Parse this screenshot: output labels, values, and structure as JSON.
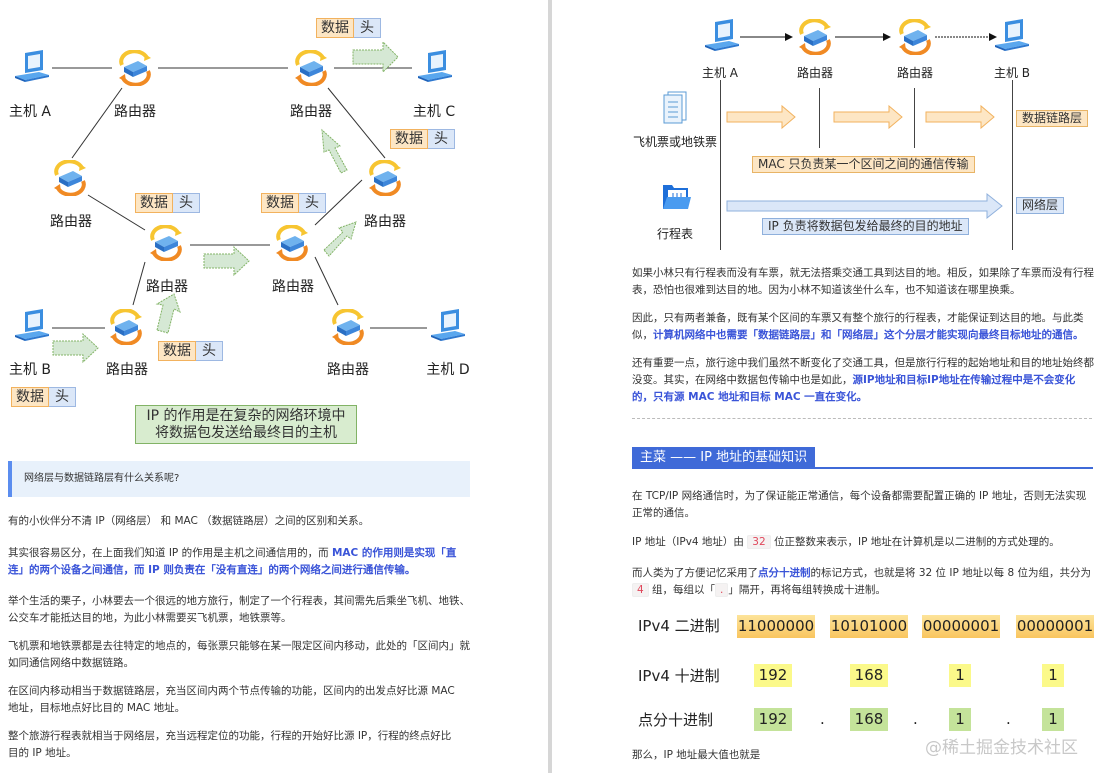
{
  "left_diagram": {
    "hosts": [
      "主机 A",
      "主机 B",
      "主机 C",
      "主机 D"
    ],
    "router_label": "路由器",
    "packet": {
      "data": "数据",
      "header": "头"
    },
    "caption_line1": "IP 的作用是在复杂的网络环境中",
    "caption_line2": "将数据包发送给最终目的主机"
  },
  "right_diagram": {
    "host_a": "主机 A",
    "host_b": "主机 B",
    "router_label": "路由器",
    "ticket_label": "飞机票或地铁票",
    "itinerary_label": "行程表",
    "datalink_layer": "数据链路层",
    "network_layer": "网络层",
    "mac_note": "MAC 只负责某一个区间之间的通信传输",
    "ip_note": "IP 负责将数据包发给最终的目的地址"
  },
  "left_text": {
    "callout": "网络层与数据链路层有什么关系呢?",
    "p1": "有的小伙伴分不清 IP（网络层） 和 MAC （数据链路层）之间的区别和关系。",
    "p2_plain": "其实很容易区分，在上面我们知道 IP 的作用是主机之间通信用的，而 ",
    "p2_bold": "MAC 的作用则是实现「直连」的两个设备之间通信，而 IP 则负责在「没有直连」的两个网络之间进行通信传输。",
    "p3": "举个生活的栗子，小林要去一个很远的地方旅行，制定了一个行程表，其间需先后乘坐飞机、地铁、公交车才能抵达目的地，为此小林需要买飞机票，地铁票等。",
    "p4": "飞机票和地铁票都是去往特定的地点的，每张票只能够在某一限定区间内移动，此处的「区间内」就如同通信网络中数据链路。",
    "p5": "在区间内移动相当于数据链路层，充当区间内两个节点传输的功能，区间内的出发点好比源 MAC 地址，目标地点好比目的 MAC 地址。",
    "p6": "整个旅游行程表就相当于网络层，充当远程定位的功能，行程的开始好比源 IP，行程的终点好比目的 IP 地址。"
  },
  "right_text": {
    "p1": "如果小林只有行程表而没有车票，就无法搭乘交通工具到达目的地。相反，如果除了车票而没有行程表，恐怕也很难到达目的地。因为小林不知道该坐什么车，也不知道该在哪里换乘。",
    "p2_plain": "因此，只有两者兼备，既有某个区间的车票又有整个旅行的行程表，才能保证到达目的地。与此类似，",
    "p2_bold": "计算机网络中也需要「数据链路层」和「网络层」这个分层才能实现向最终目标地址的通信。",
    "p3_plain": "还有重要一点，旅行途中我们虽然不断变化了交通工具，但是旅行行程的起始地址和目的地址始终都没变。其实，在网络中数据包传输中也是如此，",
    "p3_bold": "源IP地址和目标IP地址在传输过程中是不会变化的，只有源 MAC 地址和目标 MAC 一直在变化。",
    "section_title": "主菜 —— IP 地址的基础知识",
    "p4": "在 TCP/IP 网络通信时，为了保证能正常通信，每个设备都需要配置正确的 IP 地址，否则无法实现正常的通信。",
    "p5_a": "IP 地址（IPv4 地址）由 ",
    "p5_code": "32",
    "p5_b": " 位正整数来表示，IP 地址在计算机是以二进制的方式处理的。",
    "p6_a": "而人类为了方便记忆采用了",
    "p6_bold": "点分十进制",
    "p6_b": "的标记方式，也就是将 32 位 IP 地址以每 8 位为组，共分为 ",
    "p6_code": "4",
    "p6_c": " 组，每组以「",
    "p6_code2": ".",
    "p6_d": "」隔开，再将每组转换成十进制。",
    "footer": "那么，IP 地址最大值也就是"
  },
  "ip_table": {
    "binary_label": "IPv4 二进制",
    "decimal_label": "IPv4 十进制",
    "dotted_label": "点分十进制",
    "binary": [
      "11000000",
      "10101000",
      "00000001",
      "00000001"
    ],
    "decimal": [
      "192",
      "168",
      "1",
      "1"
    ],
    "separator": "."
  },
  "watermark": "@稀土掘金技术社区",
  "colors": {
    "accent": "#3f6ad8",
    "highlight_text": "#3a54d8",
    "callout_bg": "#e8f1fb"
  }
}
